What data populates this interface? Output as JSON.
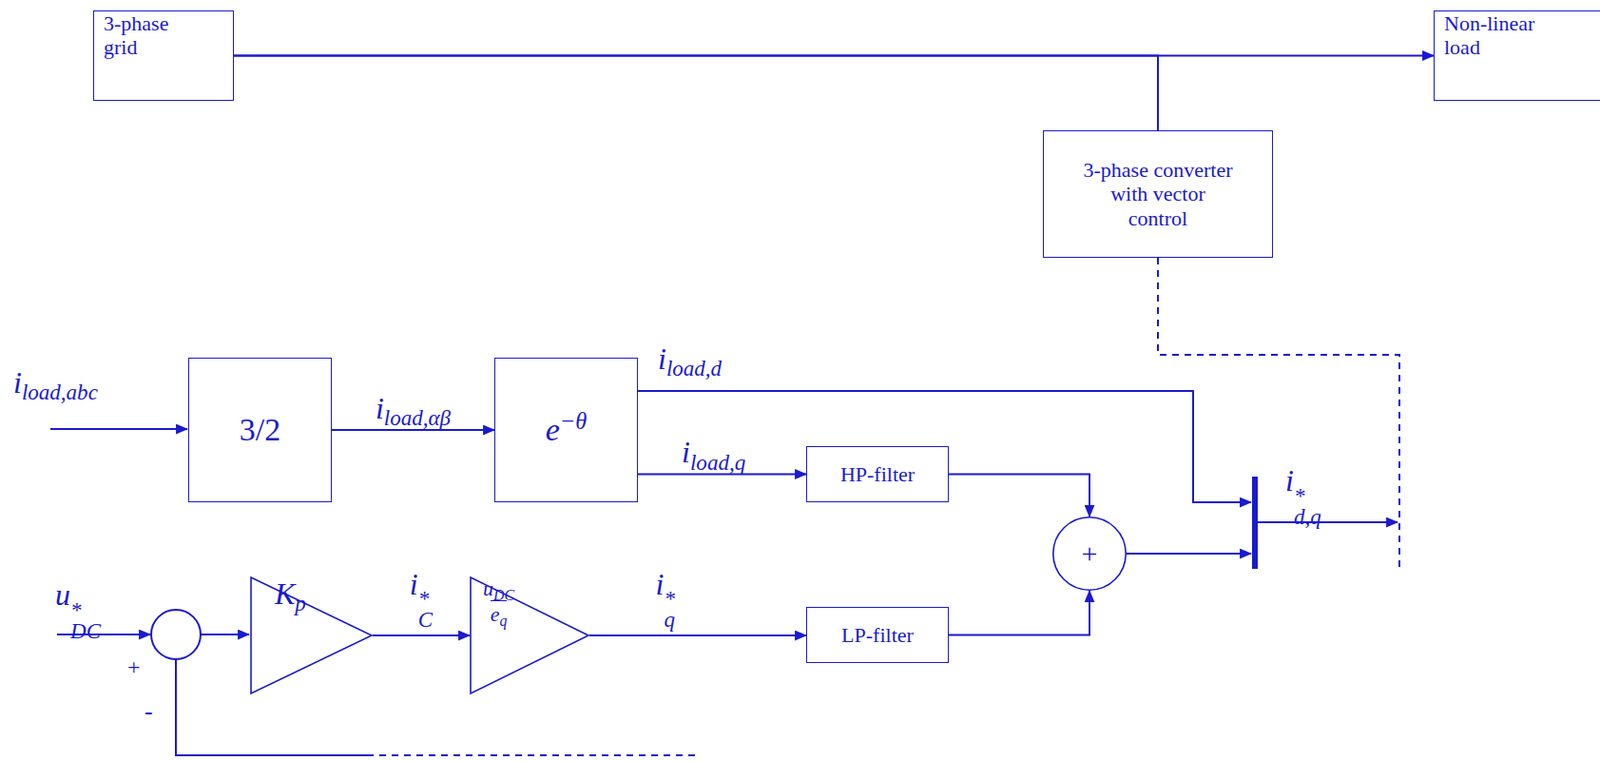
{
  "diagram": {
    "nodes": [
      {
        "text": [
          "3-phase grid"
        ]
      },
      {
        "text": [
          "Non-linear load"
        ]
      },
      {
        "text": [
          "3-phase converter with vector control"
        ]
      },
      {
        "text": [
          "3/2"
        ]
      },
      {
        "text": [
          "e−θ"
        ]
      },
      {
        "text": [
          "HP-filter"
        ]
      },
      {
        "text": [
          "+"
        ]
      },
      {
        "text": [
          "Kp"
        ]
      },
      {
        "text": [
          "uDC eq"
        ]
      },
      {
        "text": [
          "LP-filter"
        ]
      }
    ],
    "edges": [
      {
        "from": 0,
        "to": 1,
        "arrow": "to"
      },
      {
        "from": 0,
        "to": 2,
        "arrow": "none"
      },
      {
        "from": 3,
        "to": 4,
        "label": "iload,αβ",
        "arrow": "to"
      },
      {
        "from": 4,
        "to": 5,
        "label": "iload,q",
        "arrow": "to"
      },
      {
        "from": 5,
        "to": 6,
        "arrow": "to"
      },
      {
        "from": 9,
        "to": 6,
        "arrow": "to"
      },
      {
        "from": 7,
        "to": 8,
        "label": "i*C",
        "arrow": "to"
      },
      {
        "from": 8,
        "to": 9,
        "label": "i*q",
        "arrow": "to"
      }
    ],
    "labels": [
      "iload,abc",
      "iload,d",
      "i*d,q",
      "u*DC",
      "+",
      "-"
    ]
  }
}
